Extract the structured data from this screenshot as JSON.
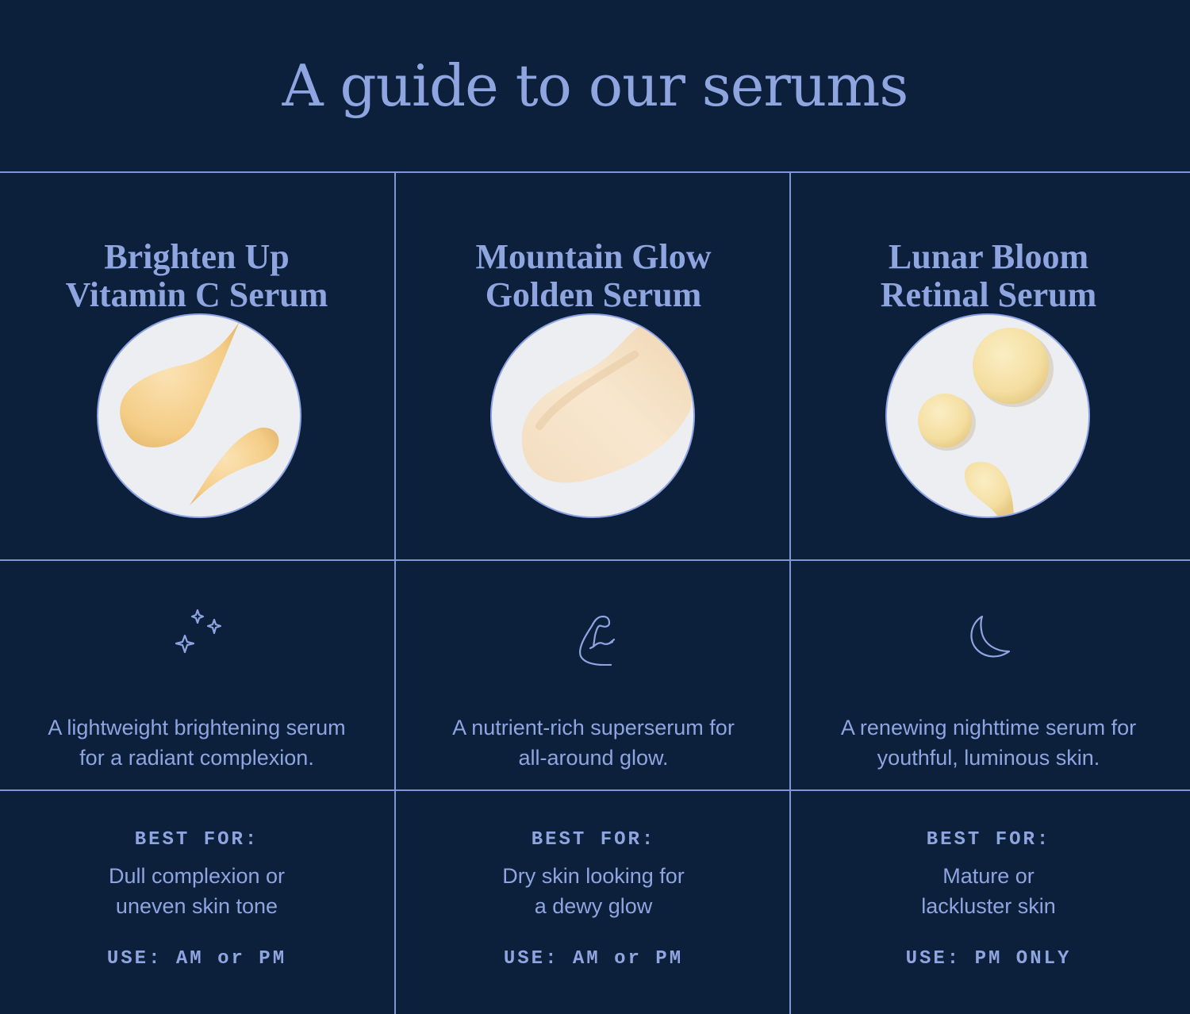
{
  "title": "A guide to our serums",
  "colors": {
    "background": "#0c1f3b",
    "text": "#8fa5e0",
    "gridline": "#7f95d6",
    "swatch_background": "#eceef2"
  },
  "serums": [
    {
      "name_line1": "Brighten Up",
      "name_line2": "Vitamin C Serum",
      "image": "serum-drop-texture-orange",
      "icon": "sparkles-icon",
      "description_line1": "A lightweight brightening serum",
      "description_line2": "for a radiant complexion.",
      "best_for_label": "BEST FOR:",
      "best_for_line1": "Dull complexion or",
      "best_for_line2": "uneven skin tone",
      "use": "USE: AM or PM"
    },
    {
      "name_line1": "Mountain Glow",
      "name_line2": "Golden Serum",
      "image": "serum-smear-texture-cream",
      "icon": "flexed-arm-icon",
      "description_line1": "A nutrient-rich superserum for",
      "description_line2": "all-around glow.",
      "best_for_label": "BEST FOR:",
      "best_for_line1": "Dry skin looking for",
      "best_for_line2": "a dewy glow",
      "use": "USE: AM or PM"
    },
    {
      "name_line1": "Lunar Bloom",
      "name_line2": "Retinal Serum",
      "image": "serum-droplets-texture-yellow",
      "icon": "crescent-moon-icon",
      "description_line1": "A renewing nighttime serum for",
      "description_line2": "youthful, luminous skin.",
      "best_for_label": "BEST FOR:",
      "best_for_line1": "Mature or",
      "best_for_line2": "lackluster skin",
      "use": "USE: PM ONLY"
    }
  ]
}
